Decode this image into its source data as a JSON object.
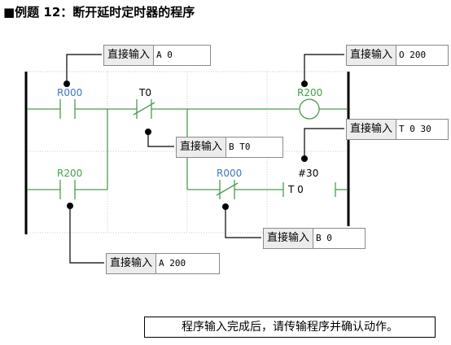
{
  "title": "■例题 12：断开延时定时器的程序",
  "rung1": {
    "contact1_label": "R000",
    "contact2_label": "T0",
    "coil_label": "R200"
  },
  "rung2": {
    "contact1_label": "R200",
    "contact2_label": "R000",
    "timer_preset": "#30",
    "timer_name": "T 0"
  },
  "input_boxes": [
    {
      "label": "直接输入",
      "value": "A 0"
    },
    {
      "label": "直接输入",
      "value": "O 200"
    },
    {
      "label": "直接输入",
      "value": "B T0"
    },
    {
      "label": "直接输入",
      "value": "T 0 30"
    },
    {
      "label": "直接输入",
      "value": "B 0"
    },
    {
      "label": "直接输入",
      "value": "A 200"
    }
  ],
  "note": "程序输入完成后，请传输程序并确认动作。",
  "colors": {
    "contact_blue": "#3a78c2",
    "coil_green": "#3fa04a",
    "grid": "#c8c8c8"
  }
}
